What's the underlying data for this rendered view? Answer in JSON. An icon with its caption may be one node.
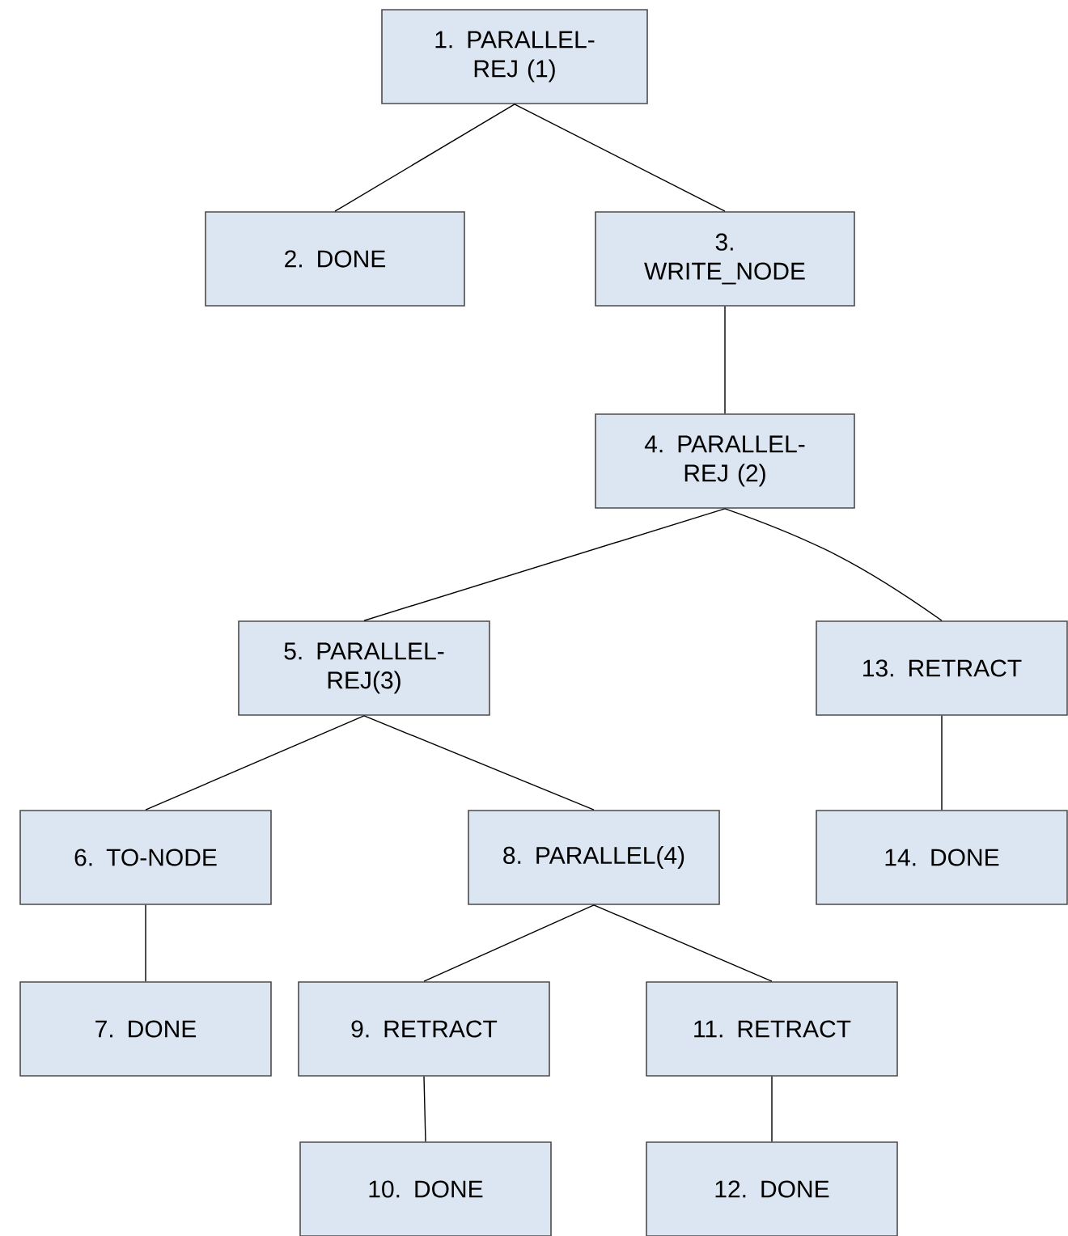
{
  "diagram": {
    "nodes": [
      {
        "text": [
          "1. PARALLEL-REJ (1)"
        ]
      },
      {
        "text": [
          "2. DONE"
        ]
      },
      {
        "text": [
          "3. WRITE_NODE"
        ]
      },
      {
        "text": [
          "4. PARALLEL-REJ (2)"
        ]
      },
      {
        "text": [
          "5. PARALLEL-REJ(3)"
        ]
      },
      {
        "text": [
          "13. RETRACT"
        ]
      },
      {
        "text": [
          "6. TO-NODE"
        ]
      },
      {
        "text": [
          "8. PARALLEL(4)"
        ]
      },
      {
        "text": [
          "14. DONE"
        ]
      },
      {
        "text": [
          "7. DONE"
        ]
      },
      {
        "text": [
          "9. RETRACT"
        ]
      },
      {
        "text": [
          "11. RETRACT"
        ]
      },
      {
        "text": [
          "10. DONE"
        ]
      },
      {
        "text": [
          "12. DONE"
        ]
      }
    ],
    "edges": [
      {
        "from": 0,
        "to": 1,
        "arrow": "none"
      },
      {
        "from": 0,
        "to": 2,
        "arrow": "none"
      },
      {
        "from": 2,
        "to": 3,
        "arrow": "none"
      },
      {
        "from": 3,
        "to": 4,
        "arrow": "none"
      },
      {
        "from": 3,
        "to": 5,
        "arrow": "none"
      },
      {
        "from": 4,
        "to": 6,
        "arrow": "none"
      },
      {
        "from": 4,
        "to": 7,
        "arrow": "none"
      },
      {
        "from": 5,
        "to": 8,
        "arrow": "none"
      },
      {
        "from": 6,
        "to": 9,
        "arrow": "none"
      },
      {
        "from": 7,
        "to": 10,
        "arrow": "none"
      },
      {
        "from": 7,
        "to": 11,
        "arrow": "none"
      },
      {
        "from": 10,
        "to": 12,
        "arrow": "none"
      },
      {
        "from": 11,
        "to": 13,
        "arrow": "none"
      }
    ]
  }
}
